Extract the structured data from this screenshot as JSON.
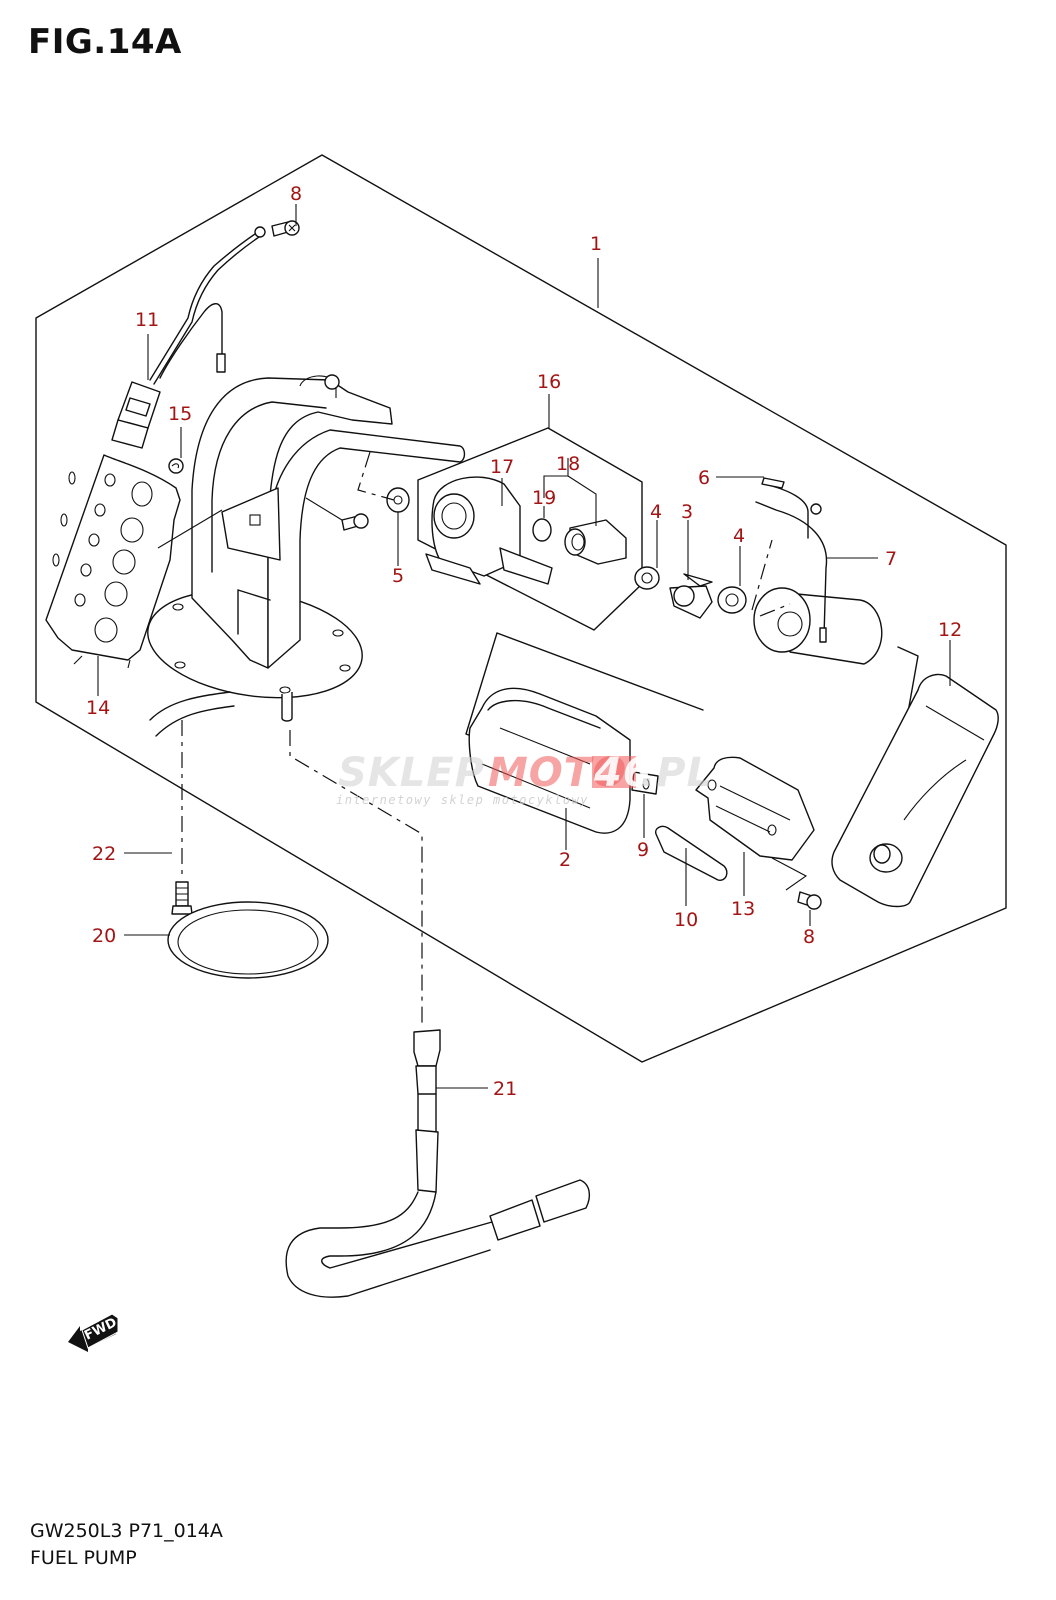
{
  "figure": {
    "title": "FIG.14A",
    "model_code": "GW250L3 P71_014A",
    "assembly_name": "FUEL PUMP"
  },
  "colors": {
    "callout_red": "#a31515",
    "line": "#111111",
    "watermark_red": "#f25a5a",
    "watermark_gray": "#d0d0d0"
  },
  "watermark": {
    "brand_prefix": "SKLEP",
    "brand_mid": "MOTO",
    "brand_num": "46",
    "brand_suffix": ".PL",
    "tagline": "internetowy sklep motocyklowy"
  },
  "direction_marker": {
    "label": "FWD",
    "icon": "forward-arrow-icon"
  },
  "callouts": [
    {
      "id": "c1",
      "number": "1"
    },
    {
      "id": "c2",
      "number": "2"
    },
    {
      "id": "c3",
      "number": "3"
    },
    {
      "id": "c4a",
      "number": "4"
    },
    {
      "id": "c4b",
      "number": "4"
    },
    {
      "id": "c5",
      "number": "5"
    },
    {
      "id": "c6",
      "number": "6"
    },
    {
      "id": "c7",
      "number": "7"
    },
    {
      "id": "c8a",
      "number": "8"
    },
    {
      "id": "c8b",
      "number": "8"
    },
    {
      "id": "c9",
      "number": "9"
    },
    {
      "id": "c10",
      "number": "10"
    },
    {
      "id": "c11",
      "number": "11"
    },
    {
      "id": "c12",
      "number": "12"
    },
    {
      "id": "c13",
      "number": "13"
    },
    {
      "id": "c14",
      "number": "14"
    },
    {
      "id": "c15",
      "number": "15"
    },
    {
      "id": "c16",
      "number": "16"
    },
    {
      "id": "c17",
      "number": "17"
    },
    {
      "id": "c18",
      "number": "18"
    },
    {
      "id": "c19",
      "number": "19"
    },
    {
      "id": "c20",
      "number": "20"
    },
    {
      "id": "c21",
      "number": "21"
    },
    {
      "id": "c22",
      "number": "22"
    }
  ]
}
